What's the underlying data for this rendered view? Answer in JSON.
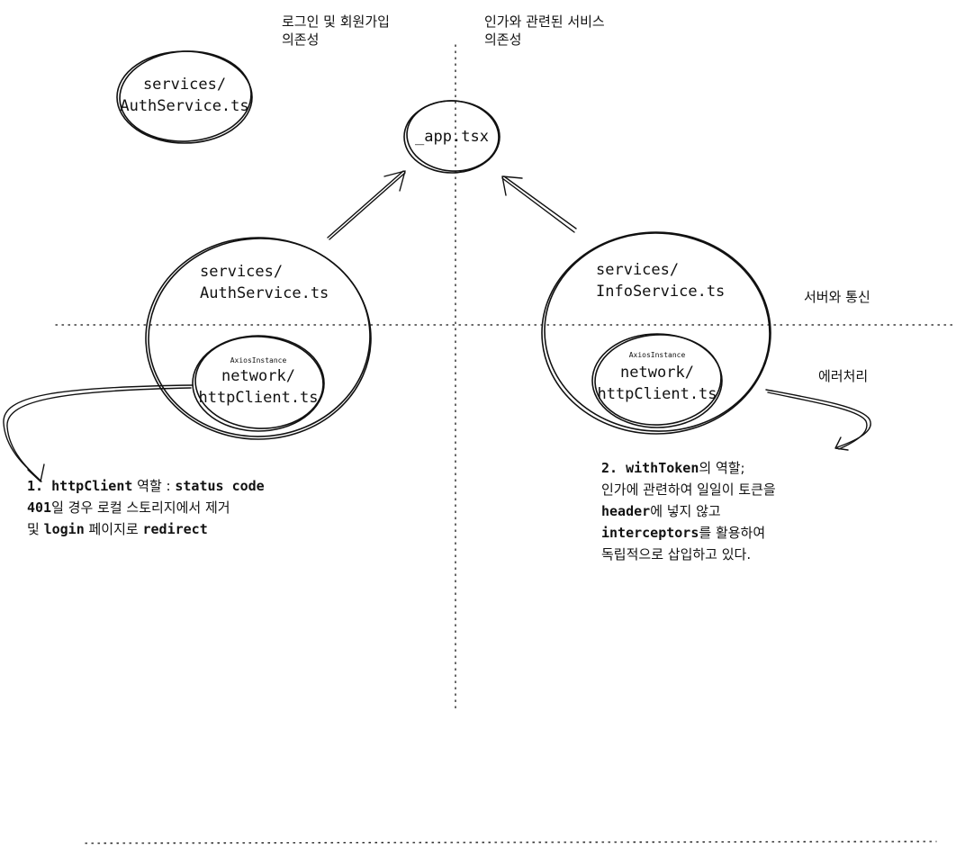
{
  "headings": {
    "left": [
      "로그인 및 회원가입",
      "의존성"
    ],
    "right": [
      "인가와 관련된 서비스",
      "의존성"
    ]
  },
  "nodes": {
    "app": "_app.tsx",
    "auth_service_top": [
      "services/",
      "AuthService.ts"
    ],
    "auth_service": [
      "services/",
      "AuthService.ts"
    ],
    "auth_network_tag": "AxiosInstance",
    "auth_network": [
      "network/",
      "httpClient.ts"
    ],
    "info_service": [
      "services/",
      "InfoService.ts"
    ],
    "info_network_tag": "AxiosInstance",
    "info_network": [
      "network/",
      "httpClient.ts"
    ]
  },
  "labels": {
    "server_comm": "서버와 통신",
    "error_handling": "에러처리"
  },
  "notes": {
    "note1": {
      "line1": {
        "a": "1. httpClient",
        "b": " 역할 : ",
        "c": "status code"
      },
      "line2": {
        "a": "401",
        "b": "일 경우 로컬 스토리지에서 제거"
      },
      "line3": {
        "a": "및 ",
        "b": "login",
        "c": " 페이지로 ",
        "d": "redirect"
      }
    },
    "note2": {
      "line1": {
        "a": "2. withToken",
        "b": "의 역할;"
      },
      "line2": "인가에 관련하여 일일이 토큰을",
      "line3": {
        "a": "header",
        "b": "에 넣지 않고"
      },
      "line4": {
        "a": "interceptors",
        "b": "를 활용하여"
      },
      "line5": "독립적으로 삽입하고 있다."
    }
  }
}
